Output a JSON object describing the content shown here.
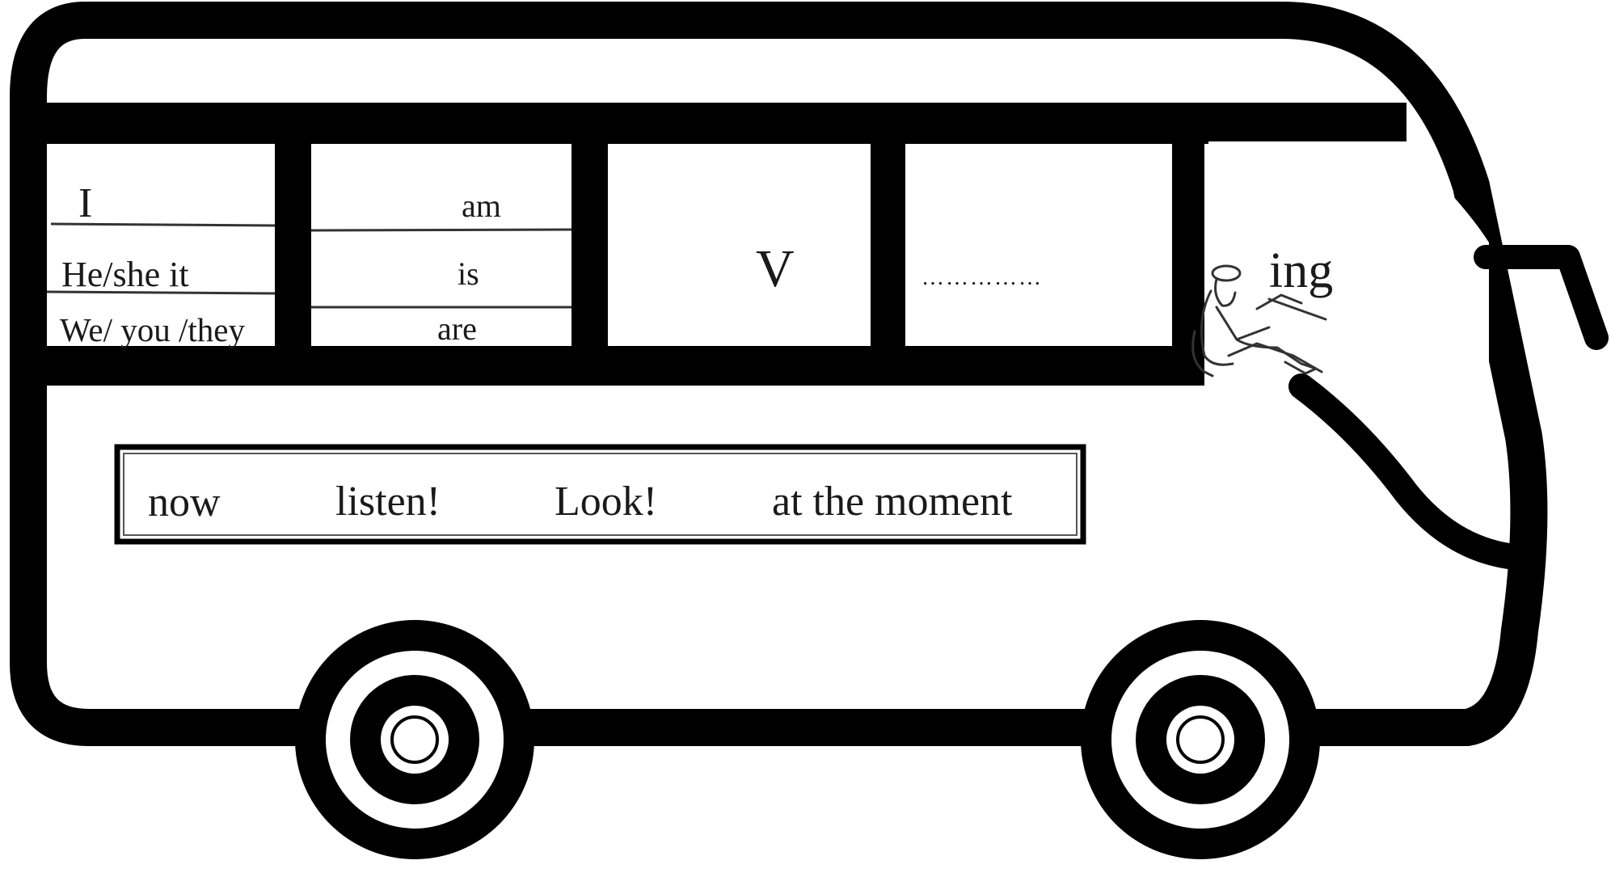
{
  "subjects": [
    "I",
    "He/she it",
    "We/ you /they"
  ],
  "be_forms": [
    "am",
    "is",
    "are"
  ],
  "verb": "V",
  "blank": "……………",
  "suffix": "ing",
  "time_expressions": [
    "now",
    "listen!",
    "Look!",
    "at the moment"
  ],
  "driver_picture": "bus-driver-illustration",
  "colors": {
    "outline": "#000000",
    "background": "#ffffff",
    "text": "#1a1a1a"
  }
}
